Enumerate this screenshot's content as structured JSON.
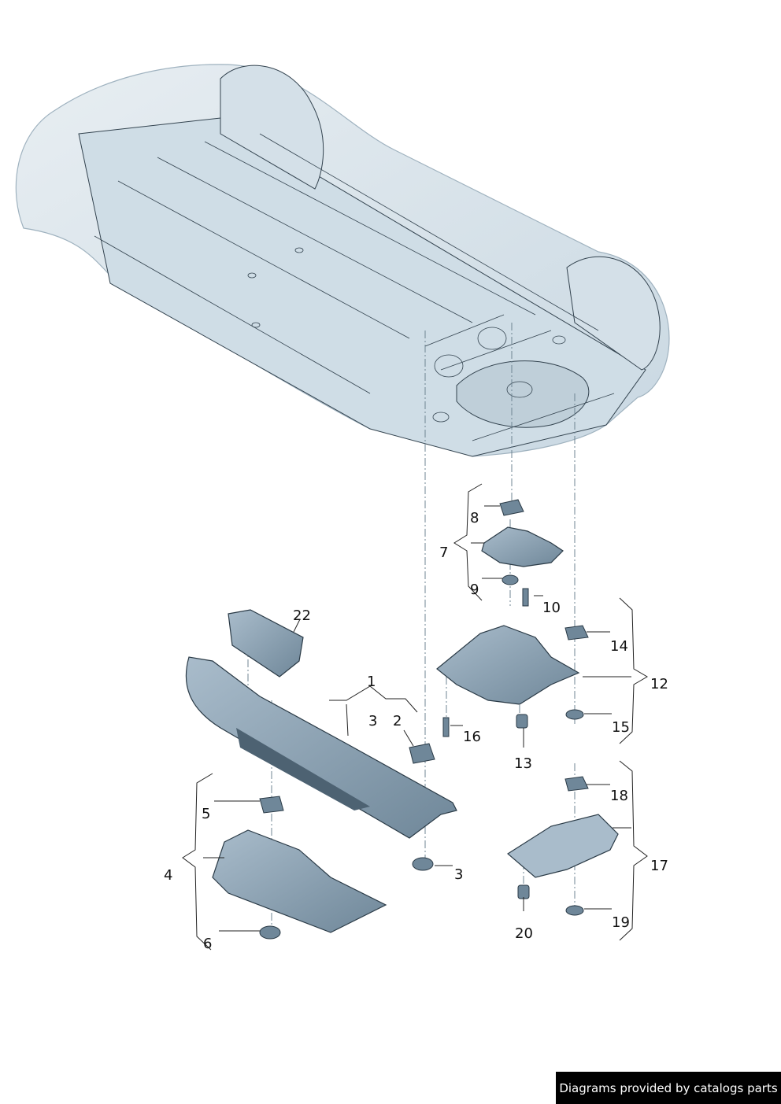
{
  "callouts": [
    {
      "id": "label-1",
      "text": "1"
    },
    {
      "id": "label-2",
      "text": "2"
    },
    {
      "id": "label-3a",
      "text": "3"
    },
    {
      "id": "label-3b",
      "text": "3"
    },
    {
      "id": "label-4",
      "text": "4"
    },
    {
      "id": "label-5",
      "text": "5"
    },
    {
      "id": "label-6",
      "text": "6"
    },
    {
      "id": "label-7",
      "text": "7"
    },
    {
      "id": "label-8",
      "text": "8"
    },
    {
      "id": "label-9",
      "text": "9"
    },
    {
      "id": "label-10",
      "text": "10"
    },
    {
      "id": "label-12",
      "text": "12"
    },
    {
      "id": "label-13",
      "text": "13"
    },
    {
      "id": "label-14",
      "text": "14"
    },
    {
      "id": "label-15",
      "text": "15"
    },
    {
      "id": "label-16",
      "text": "16"
    },
    {
      "id": "label-17",
      "text": "17"
    },
    {
      "id": "label-18",
      "text": "18"
    },
    {
      "id": "label-19",
      "text": "19"
    },
    {
      "id": "label-20",
      "text": "20"
    },
    {
      "id": "label-22",
      "text": "22"
    }
  ],
  "credit": "Diagrams provided by catalogs parts",
  "colors": {
    "body_fill": "#d9e4eb",
    "part_fill": "#8fa7b8",
    "part_dark": "#4d6272",
    "line": "#2a3a46"
  }
}
